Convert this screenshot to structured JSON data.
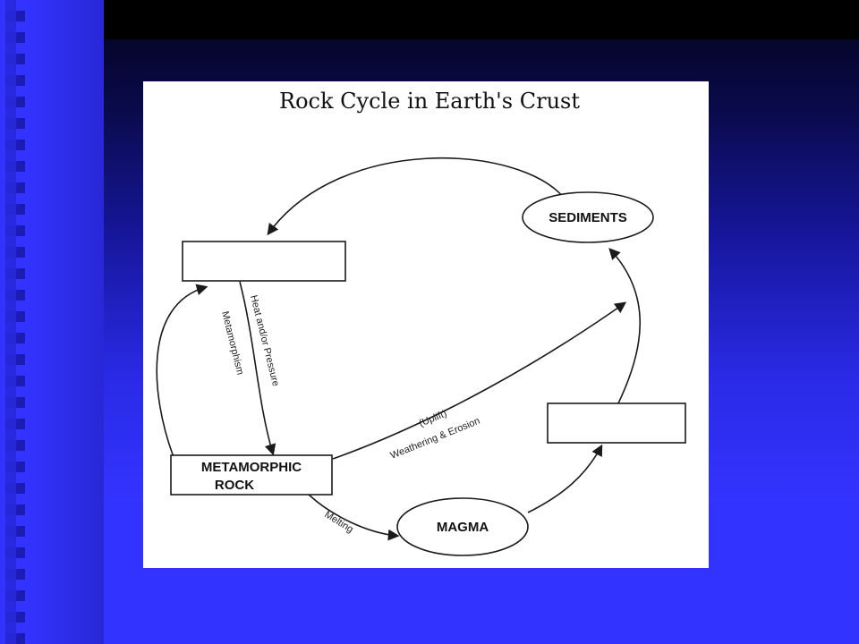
{
  "diagram": {
    "title": "Rock Cycle in Earth's Crust",
    "nodes": {
      "sediments": "SEDIMENTS",
      "metamorphic_line1": "METAMORPHIC",
      "metamorphic_line2": "ROCK",
      "magma": "MAGMA",
      "blank_upper_left": "",
      "blank_right": ""
    },
    "edge_labels": {
      "heat_pressure": "Heat and/or Pressure",
      "metamorphism": "Metamorphism",
      "uplift": "(Uplift)",
      "weathering_erosion": "Weathering & Erosion",
      "melting": "Melting"
    }
  },
  "colors": {
    "slide_background": "#3333ff",
    "panel_background": "#ffffff",
    "ink": "#1a1a1a"
  }
}
